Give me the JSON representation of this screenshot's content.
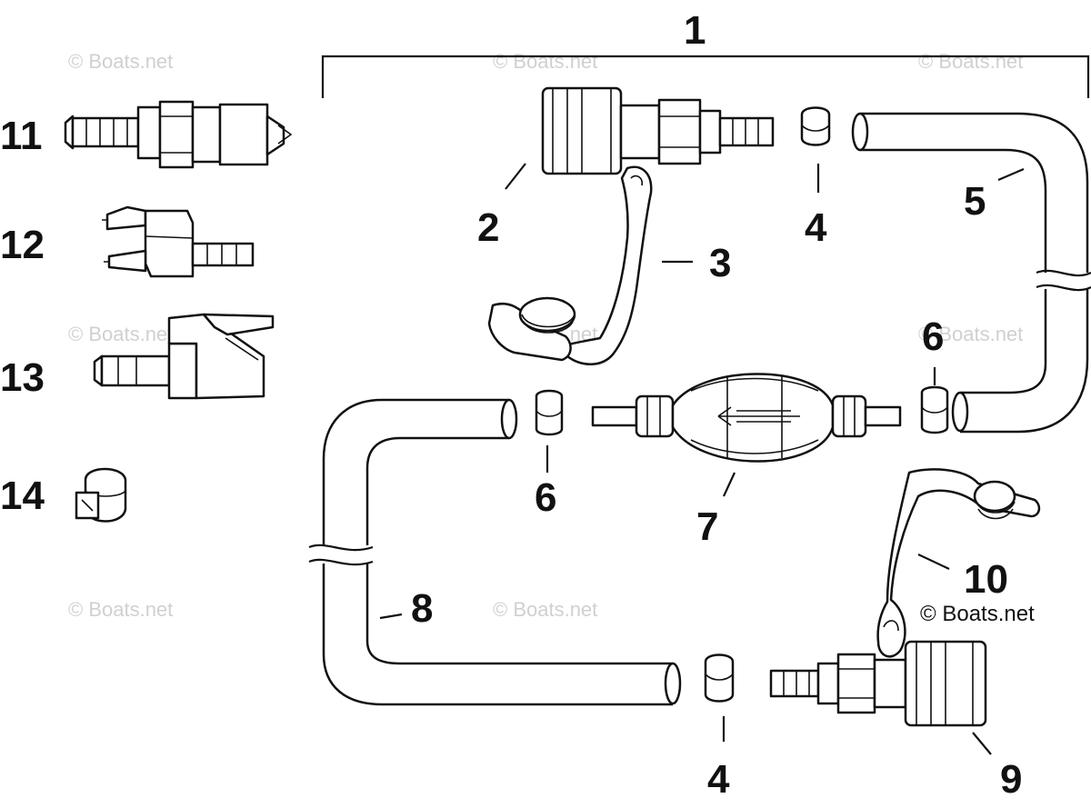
{
  "watermarks": {
    "w1": "© Boats.net",
    "w2": "© Boats.net",
    "w3": "© Boats.net",
    "w4": "© Boats.net",
    "w5": "© Boats.net",
    "w6": "© Boats.net",
    "w7": "© Boats.net",
    "w8": "© Boats.net"
  },
  "copyright": "© Boats.net",
  "callouts": {
    "c1": "1",
    "c2": "2",
    "c3": "3",
    "c4a": "4",
    "c4b": "4",
    "c5": "5",
    "c6a": "6",
    "c6b": "6",
    "c7": "7",
    "c8": "8",
    "c9": "9",
    "c10": "10",
    "c11": "11",
    "c12": "12",
    "c13": "13",
    "c14": "14"
  }
}
